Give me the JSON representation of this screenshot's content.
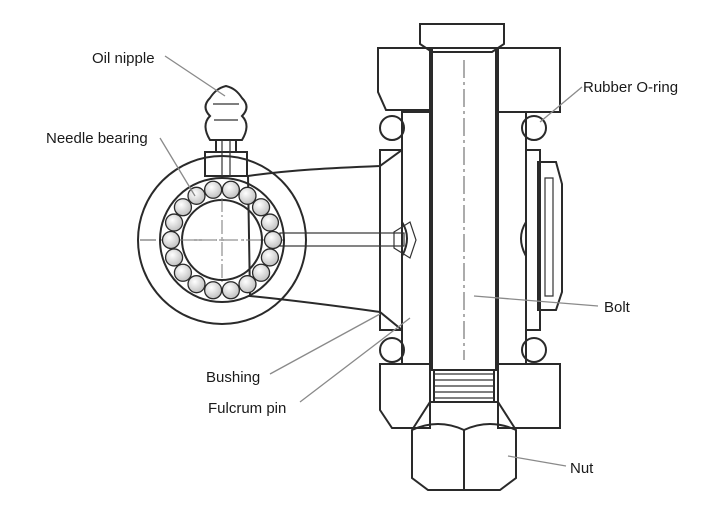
{
  "labels": {
    "oil_nipple": "Oil nipple",
    "needle_bearing": "Needle bearing",
    "rubber_o_ring": "Rubber O-ring",
    "bolt": "Bolt",
    "bushing": "Bushing",
    "fulcrum_pin": "Fulcrum pin",
    "nut": "Nut"
  },
  "colors": {
    "line": "#2a2a2a",
    "hatch": "#7a7a7a",
    "leader": "#8a8a8a",
    "metal_light": "#e9e9e9",
    "metal_dark": "#9a9a9a",
    "o_ring_fill": "#cfcfcf"
  },
  "diagram": {
    "needle_count": 18
  }
}
